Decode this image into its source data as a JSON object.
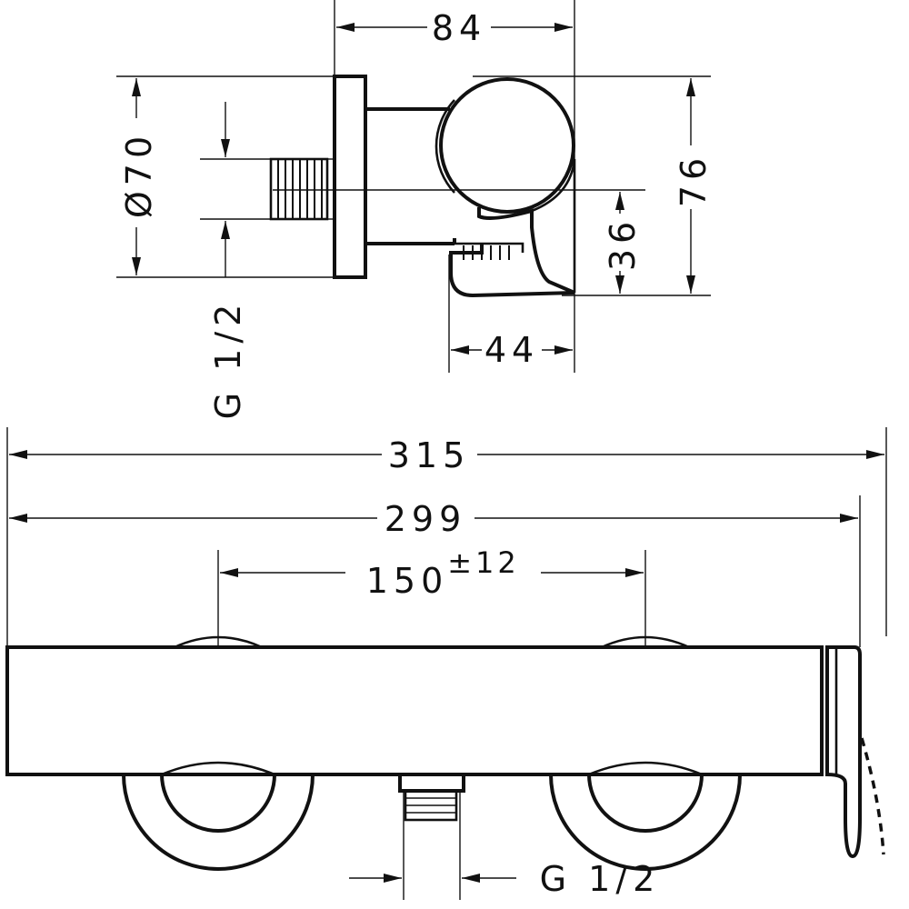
{
  "drawing": {
    "side_view": {
      "width_top": "84",
      "diameter": "Ø70",
      "height_right": "76",
      "outlet_height": "36",
      "outlet_depth": "44",
      "thread_left": "G 1/2"
    },
    "front_view": {
      "overall_length": "315",
      "body_length": "299",
      "center_distance": "150",
      "center_tolerance": "±12",
      "outlet_thread": "G 1/2"
    }
  }
}
